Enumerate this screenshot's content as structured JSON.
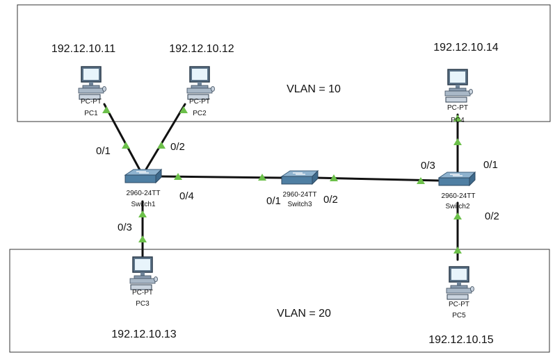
{
  "vlans": [
    {
      "label": "VLAN = 10"
    },
    {
      "label": "VLAN = 20"
    }
  ],
  "devices": {
    "pc1": {
      "type": "PC-PT",
      "name": "PC1",
      "ip": "192.12.10.11"
    },
    "pc2": {
      "type": "PC-PT",
      "name": "PC2",
      "ip": "192.12.10.12"
    },
    "pc3": {
      "type": "PC-PT",
      "name": "PC3",
      "ip": "192.12.10.13"
    },
    "pc4": {
      "type": "PC-PT",
      "name": "PC4",
      "ip": "192.12.10.14"
    },
    "pc5": {
      "type": "PC-PT",
      "name": "PC5",
      "ip": "192.12.10.15"
    },
    "switch1": {
      "model": "2960-24TT",
      "name": "Switch1"
    },
    "switch2": {
      "model": "2960-24TT",
      "name": "Switch2"
    },
    "switch3": {
      "model": "2960-24TT",
      "name": "Switch3"
    }
  },
  "ports": {
    "sw1_pc1": "0/1",
    "sw1_pc2": "0/2",
    "sw1_pc3": "0/3",
    "sw1_sw3": "0/4",
    "sw3_sw1": "0/1",
    "sw3_sw2": "0/2",
    "sw2_sw3": "0/3",
    "sw2_pc4": "0/1",
    "sw2_pc5": "0/2"
  },
  "colors": {
    "link_up": "#6cc04a",
    "switch_top": "#8fb3cf",
    "switch_side": "#4f7fa3"
  }
}
